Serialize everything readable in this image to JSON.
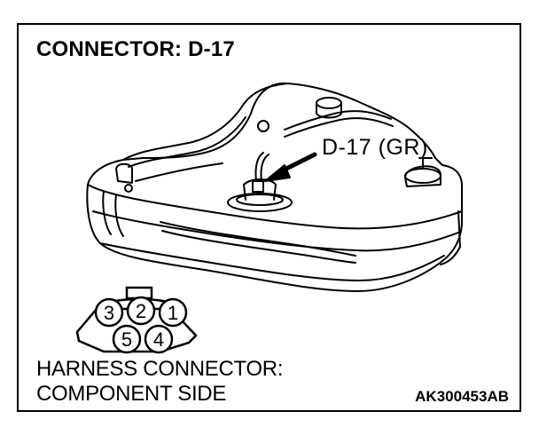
{
  "title": "CONNECTOR: D-17",
  "callout": "D-17 (GR)",
  "pin_numbers": {
    "pin1": "1",
    "pin2": "2",
    "pin3": "3",
    "pin4": "4",
    "pin5": "5"
  },
  "caption": {
    "line1": "HARNESS CONNECTOR:",
    "line2": "COMPONENT SIDE"
  },
  "reference_code": "AK300453AB",
  "icons": {
    "tank": "fuel-tank-illustration",
    "arrow": "pointer-arrow-icon",
    "connector": "connector-pinout-icon"
  }
}
